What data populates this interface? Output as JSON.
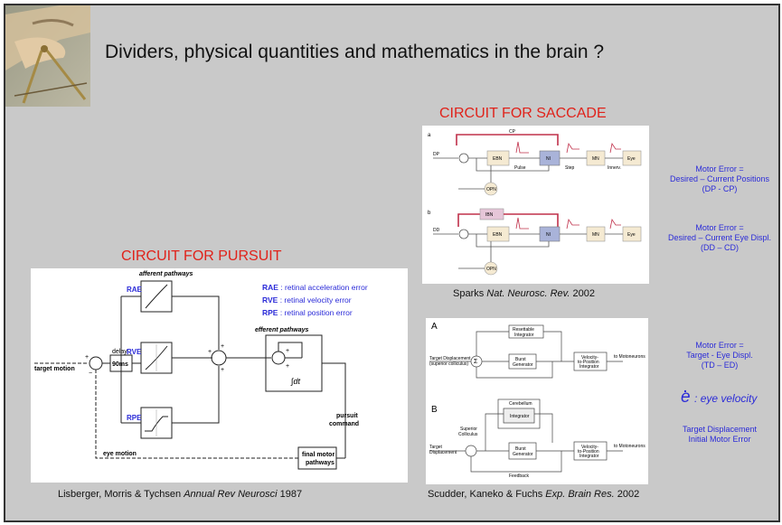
{
  "slide": {
    "title": "Dividers, physical quantities and mathematics in the brain ?"
  },
  "saccade": {
    "heading": "CIRCUIT FOR SACCADE",
    "caption_author": "Sparks ",
    "caption_journal": "Nat. Neurosc. Rev.",
    "caption_year": " 2002",
    "note1": [
      "Motor Error =",
      "Desired – Current Positions",
      "(DP - CP)"
    ],
    "note2": [
      "Motor Error =",
      "Desired – Current Eye Displ.",
      "(DD – CD)"
    ]
  },
  "pursuit": {
    "heading": "CIRCUIT FOR PURSUIT",
    "legend": [
      {
        "abbr": "RAE",
        "text": " : retinal acceleration error"
      },
      {
        "abbr": "RVE",
        "text": " : retinal velocity error"
      },
      {
        "abbr": "RPE",
        "text": " : retinal position error"
      }
    ],
    "labels": {
      "afferent": "afferent pathways",
      "efferent": "efferent pathways",
      "delay": "delay",
      "delay_value": "90ms",
      "target_motion": "target motion",
      "eye_motion": "eye motion",
      "pursuit_command": [
        "pursuit",
        "command"
      ],
      "final_motor": [
        "final motor",
        "pathways"
      ],
      "integral": "∫dt",
      "rae": "RAE",
      "rve": "RVE",
      "rpe": "RPE"
    },
    "caption_author": "Lisberger, Morris & Tychsen ",
    "caption_journal": "Annual Rev Neurosci",
    "caption_year": " 1987"
  },
  "scudder": {
    "caption_author": "Scudder, Kaneko & Fuchs ",
    "caption_journal": "Exp. Brain Res.",
    "caption_year": " 2002",
    "note3": [
      "Motor Error =",
      "Target - Eye Displ.",
      "(TD – ED)"
    ],
    "edot_symbol": "e",
    "edot_label": ": eye velocity",
    "note4": [
      "Target Displacement",
      "Initial Motor Error"
    ],
    "diagram": {
      "a": "A",
      "b": "B",
      "resettable": [
        "Resettable",
        "Integrator"
      ],
      "burst": [
        "Burst",
        "Generator"
      ],
      "velocity": [
        "Velocity-",
        "to-Position",
        "Integrator"
      ],
      "target_disp": "Target Displacement",
      "sup_coll": "(superior colliculus)",
      "motoneurons": "to Motoneurons",
      "cerebellum": "Cerebellum",
      "integrator": "Integrator",
      "superior": [
        "Superior",
        "Colliculus"
      ],
      "target": [
        "Target",
        "Displacement"
      ],
      "feedback": "Feedback"
    }
  },
  "saccade_diagram": {
    "a": "a",
    "b": "b",
    "dp": "DP",
    "dd": "DD",
    "cp": "CP",
    "ebn": "EBN",
    "ni": "NI",
    "mn": "MN",
    "eye": "Eye",
    "opn": "OPN",
    "ibn": "IBN",
    "pulse": "Pulse",
    "step": "Step",
    "innerv": "Innerv."
  }
}
